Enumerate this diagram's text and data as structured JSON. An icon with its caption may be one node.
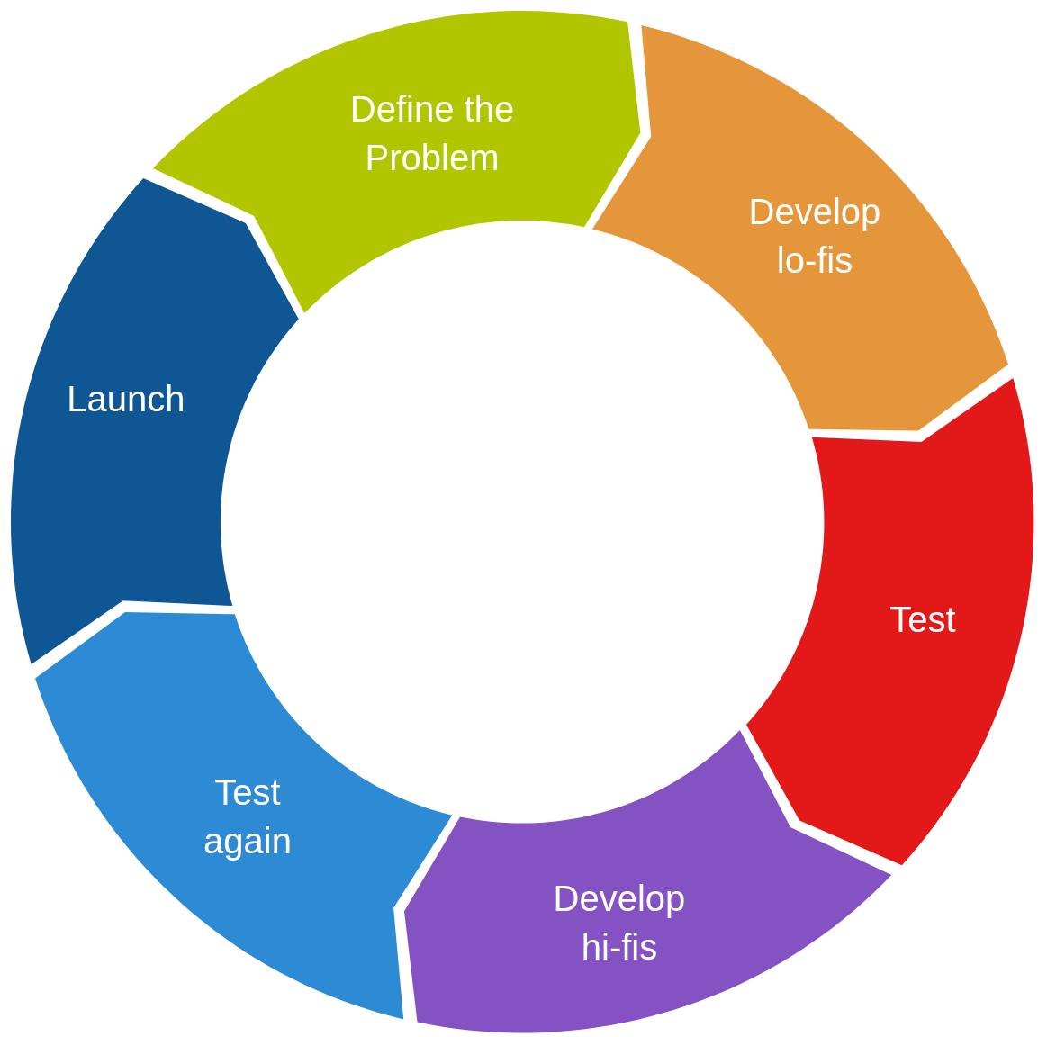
{
  "diagram": {
    "nodes": [
      {
        "text": [
          "Define the Problem"
        ]
      },
      {
        "text": [
          "Develop lo-fis"
        ]
      },
      {
        "text": [
          "Test"
        ]
      },
      {
        "text": [
          "Develop hi-fis"
        ]
      },
      {
        "text": [
          "Test again"
        ]
      },
      {
        "text": [
          "Launch"
        ]
      }
    ]
  }
}
